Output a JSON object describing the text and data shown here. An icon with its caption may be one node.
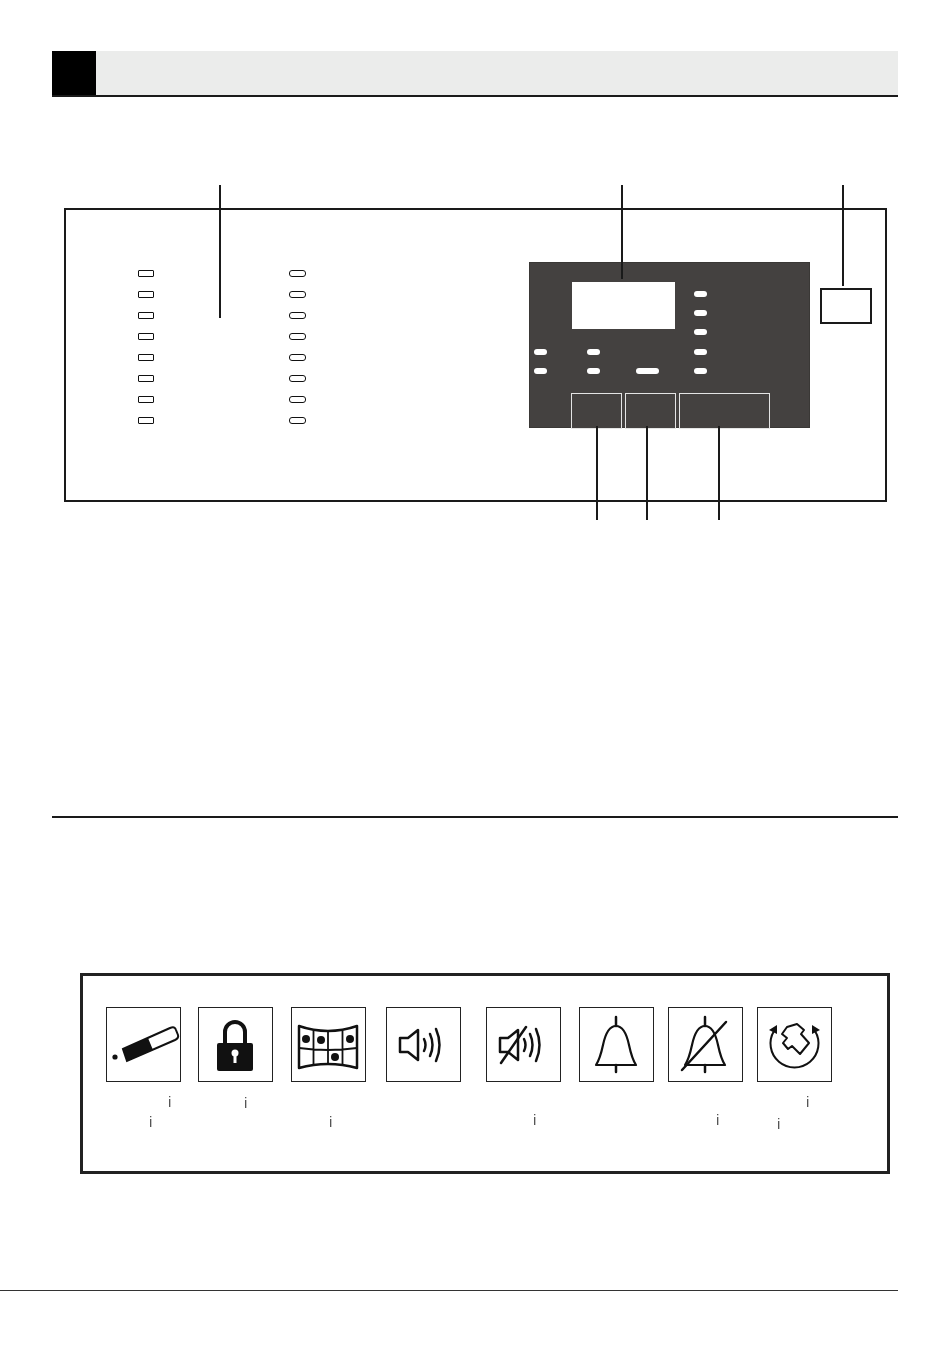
{
  "diagram": {
    "nodes": [
      {
        "text": [],
        "shape": "box"
      },
      {
        "text": [],
        "shape": "box",
        "in": 0
      },
      {
        "text": [],
        "shape": "box",
        "in": 1
      },
      {
        "text": [],
        "shape": "box",
        "in": 1
      },
      {
        "text": [],
        "shape": "box",
        "in": 1
      },
      {
        "text": [],
        "shape": "box",
        "in": 1
      },
      {
        "text": [],
        "shape": "box",
        "in": 0
      }
    ],
    "edges": [
      {
        "from": null,
        "to": 0,
        "arrow": "none"
      },
      {
        "from": null,
        "to": 2,
        "arrow": "none"
      },
      {
        "from": null,
        "to": 6,
        "arrow": "none"
      },
      {
        "from": null,
        "to": 3,
        "arrow": "none"
      },
      {
        "from": null,
        "to": 4,
        "arrow": "none"
      },
      {
        "from": null,
        "to": 5,
        "arrow": "none"
      }
    ],
    "labels": [
      "i",
      "i",
      "i",
      "i",
      "i",
      "i",
      "i",
      "i"
    ]
  }
}
